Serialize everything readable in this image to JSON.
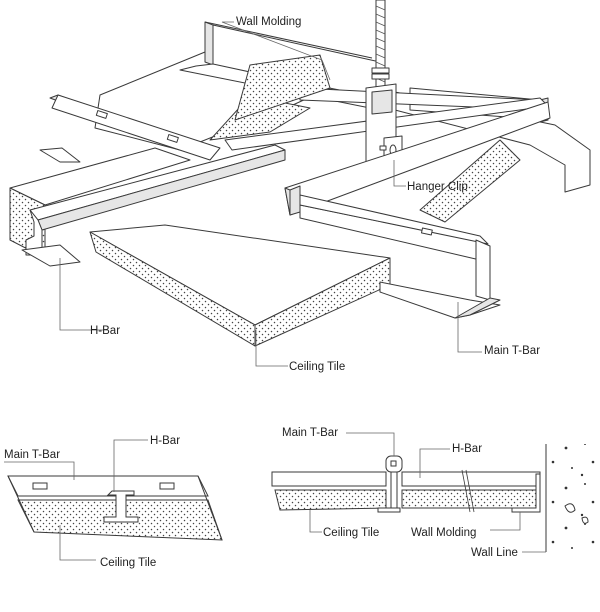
{
  "main_diagram": {
    "labels": {
      "wall_molding": "Wall Molding",
      "hanger_clip": "Hanger Clip",
      "h_bar": "H-Bar",
      "main_t_bar": "Main T-Bar",
      "ceiling_tile": "Ceiling Tile"
    }
  },
  "section_left": {
    "labels": {
      "main_t_bar": "Main T-Bar",
      "h_bar": "H-Bar",
      "ceiling_tile": "Ceiling Tile"
    }
  },
  "section_right": {
    "labels": {
      "main_t_bar": "Main T-Bar",
      "h_bar": "H-Bar",
      "ceiling_tile": "Ceiling Tile",
      "wall_molding": "Wall Molding",
      "wall_line": "Wall Line"
    }
  },
  "colors": {
    "line": "#3a3a3a",
    "leader": "#666666",
    "metal": "#ffffff",
    "shade": "#e6e6e6",
    "tile_dot": "#444444"
  }
}
